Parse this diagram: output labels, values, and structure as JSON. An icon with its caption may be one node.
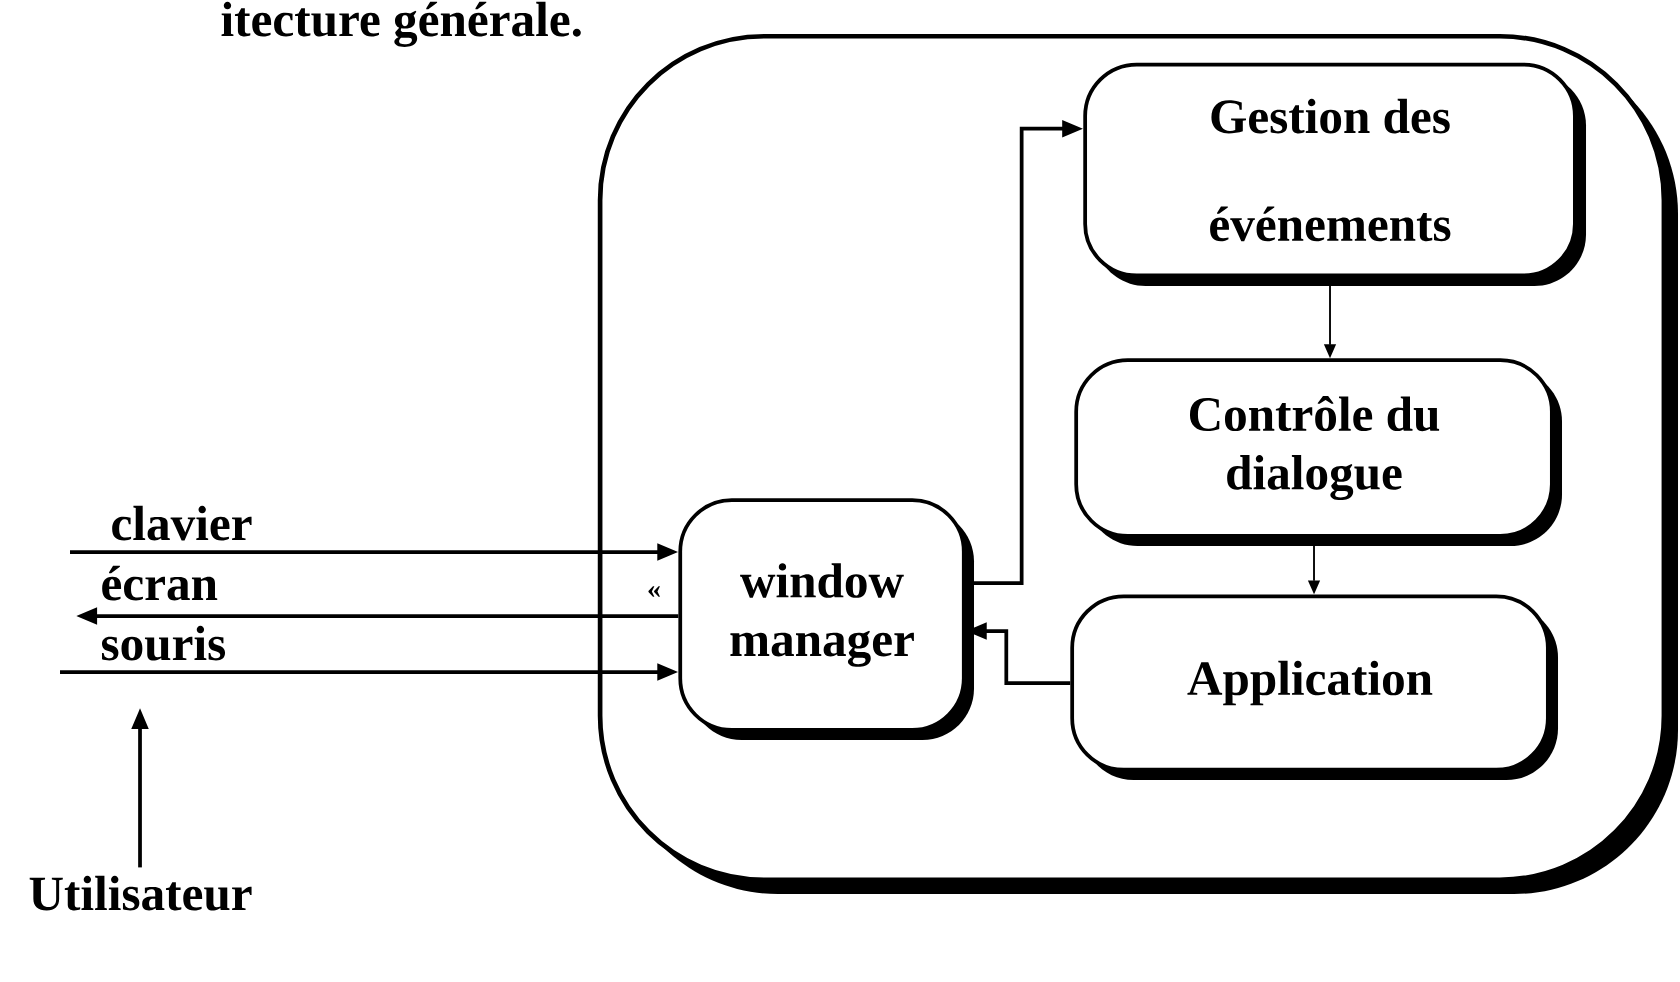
{
  "diagram": {
    "title": "itecture générale.",
    "nodes": [
      {
        "text": [],
        "shape": "box"
      },
      {
        "text": [
          "Gestion des événements"
        ],
        "in": 0
      },
      {
        "text": [
          "Contrôle du dialogue"
        ],
        "in": 0
      },
      {
        "text": [
          "Application"
        ],
        "in": 0
      },
      {
        "text": [
          "window manager"
        ],
        "in": 0
      },
      {
        "text": [
          "clavier"
        ]
      },
      {
        "text": [
          "écran"
        ]
      },
      {
        "text": [
          "souris"
        ]
      },
      {
        "text": [
          "Utilisateur"
        ]
      }
    ],
    "edges": [
      {
        "from": 5,
        "to": 4,
        "arrow": "to"
      },
      {
        "from": 4,
        "to": 6,
        "arrow": "to"
      },
      {
        "from": 7,
        "to": 4,
        "arrow": "to"
      },
      {
        "from": 8,
        "to": 7,
        "arrow": "to"
      },
      {
        "from": 4,
        "to": 1,
        "arrow": "to"
      },
      {
        "from": 1,
        "to": 2,
        "arrow": "to"
      },
      {
        "from": 2,
        "to": 3,
        "arrow": "to"
      },
      {
        "from": 3,
        "to": 4,
        "arrow": "to"
      }
    ],
    "labels": [
      "«"
    ]
  }
}
